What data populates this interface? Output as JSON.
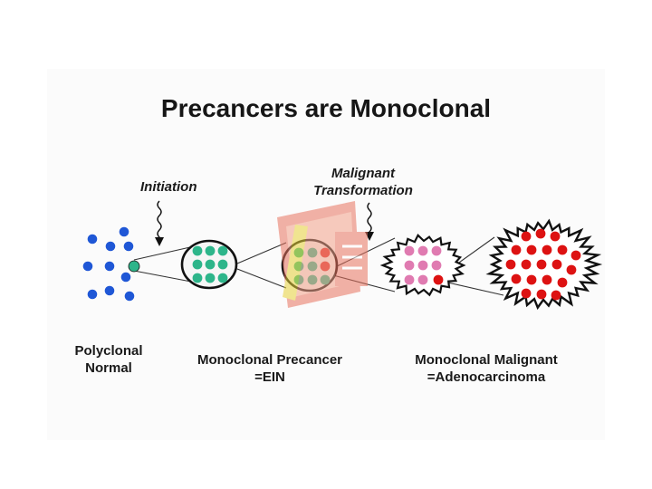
{
  "title": "Precancers are Monoclonal",
  "annotations": {
    "initiation": "Initiation",
    "malignant_transformation_line1": "Malignant",
    "malignant_transformation_line2": "Transformation"
  },
  "stages": [
    {
      "line1": "Polyclonal",
      "line2": "Normal"
    },
    {
      "line1": "Monoclonal Precancer",
      "line2": "=EIN"
    },
    {
      "line1": "Monoclonal Malignant",
      "line2": "=Adenocarcinoma"
    }
  ],
  "colors": {
    "normal_cell": "#1f57d6",
    "precancer_cell": "#2db58a",
    "malignant_light_cell": "#e07bb1",
    "malignant_cell": "#dd1212",
    "transformed_cell": "#e02020",
    "outline": "#111111",
    "watermark_icon": "#e8735f"
  },
  "icons": {
    "watermark": "presentation-slides-icon"
  }
}
